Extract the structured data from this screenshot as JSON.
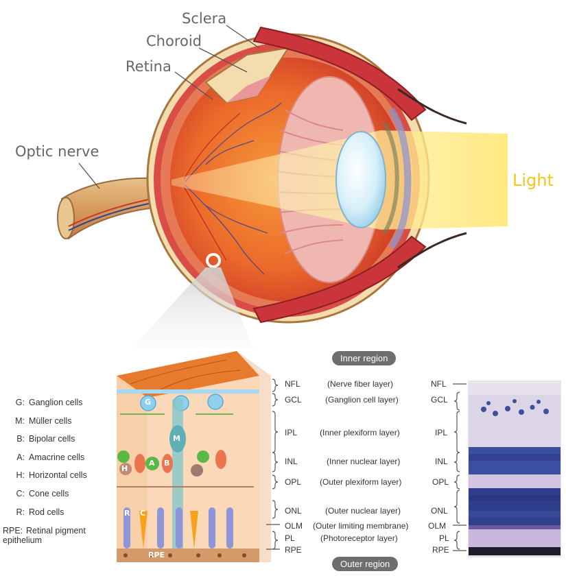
{
  "eye_labels": {
    "sclera": "Sclera",
    "choroid": "Choroid",
    "retina": "Retina",
    "optic_nerve": "Optic nerve",
    "light": "Light"
  },
  "legend": [
    {
      "code": "G:",
      "text": "Ganglion cells"
    },
    {
      "code": "M:",
      "text": "Müller cells"
    },
    {
      "code": "B:",
      "text": "Bipolar cells"
    },
    {
      "code": "A:",
      "text": "Amacrine cells"
    },
    {
      "code": "H:",
      "text": "Horizontal cells"
    },
    {
      "code": "C:",
      "text": "Cone cells"
    },
    {
      "code": "R:",
      "text": "Rod cells"
    },
    {
      "code": "RPE:",
      "text": "Retinal pigment epithelium"
    }
  ],
  "cell_letters": {
    "g": "G",
    "m": "M",
    "a": "A",
    "b": "B",
    "h": "H",
    "r": "R",
    "c": "C",
    "rpe": "RPE"
  },
  "regions": {
    "inner": "Inner region",
    "outer": "Outer region"
  },
  "layers": [
    {
      "abbr": "NFL",
      "name": "(Nerve fiber layer)"
    },
    {
      "abbr": "GCL",
      "name": "(Ganglion cell layer)"
    },
    {
      "abbr": "IPL",
      "name": "(Inner plexiform layer)"
    },
    {
      "abbr": "INL",
      "name": "(Inner nuclear layer)"
    },
    {
      "abbr": "OPL",
      "name": "(Outer plexiform layer)"
    },
    {
      "abbr": "ONL",
      "name": "(Outer nuclear layer)"
    },
    {
      "abbr": "OLM",
      "name": "(Outer limiting membrane)"
    },
    {
      "abbr": "PL",
      "name": "(Photoreceptor layer)"
    },
    {
      "abbr": "RPE",
      "name": ""
    }
  ],
  "colors": {
    "light": "#f5c518",
    "pill": "#6e6e6e",
    "retina": "#e8703a",
    "sclera": "#f3dcae"
  }
}
